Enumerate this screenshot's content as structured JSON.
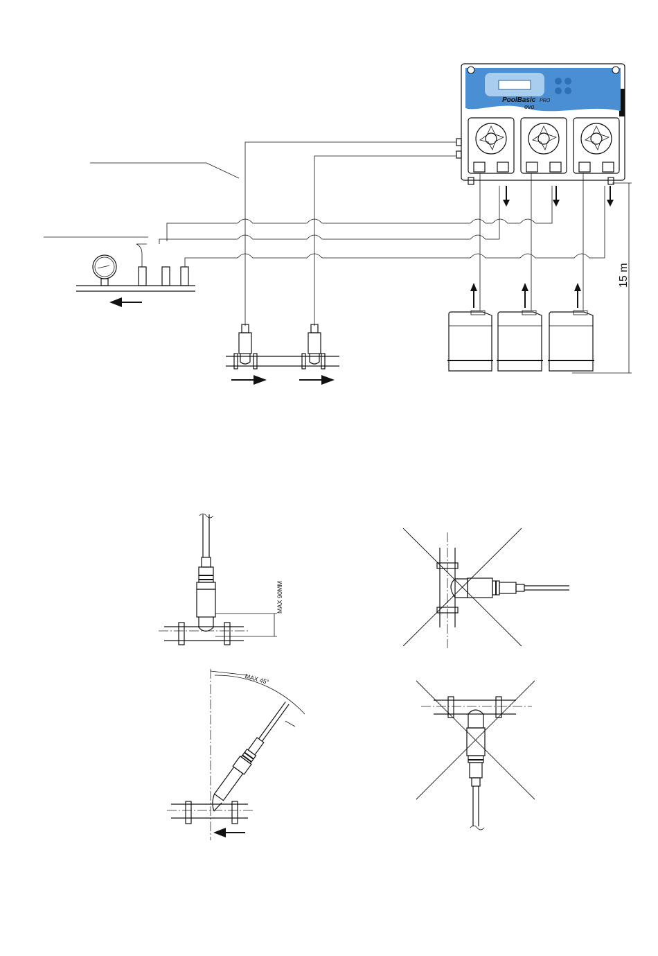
{
  "device": {
    "brand_line1": "PoolBasic",
    "brand_line1_suffix": "PRO",
    "brand_line2": "evo",
    "panel_color": "#4a8fd4",
    "panel_light": "#a9cdee",
    "button_color": "#2f6fb8"
  },
  "height_dimension": "15 m",
  "details": {
    "max_depth": "MAX 90MM",
    "max_angle": "MAX 45°"
  }
}
